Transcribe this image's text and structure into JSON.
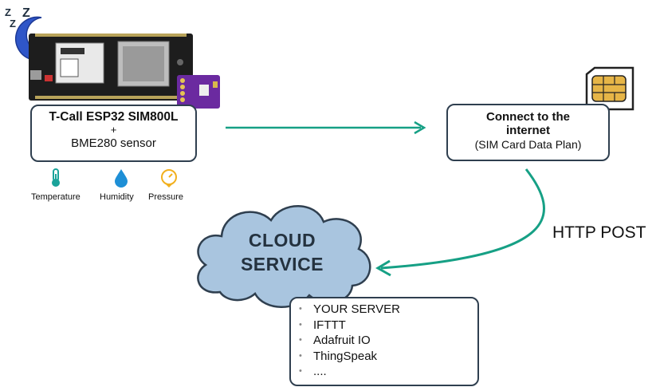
{
  "device_box": {
    "title": "T-Call ESP32 SIM800L",
    "plus": "+",
    "sensor": "BME280 sensor"
  },
  "sensors": [
    {
      "label": "Temperature",
      "icon": "thermometer-icon",
      "color": "#1aa39a"
    },
    {
      "label": "Humidity",
      "icon": "water-drop-icon",
      "color": "#1e8fd6"
    },
    {
      "label": "Pressure",
      "icon": "pressure-gauge-icon",
      "color": "#f2b01e"
    }
  ],
  "internet_box": {
    "title_line1": "Connect to the",
    "title_line2": "internet",
    "subtitle": "(SIM Card Data Plan)"
  },
  "http_label": "HTTP POST",
  "cloud": {
    "line1": "CLOUD",
    "line2": "SERVICE",
    "fill": "#a9c5df"
  },
  "services": [
    "YOUR SERVER",
    "IFTTT",
    "Adafruit IO",
    "ThingSpeak",
    "...."
  ],
  "sleep_letters": [
    "Z",
    "Z",
    "Z"
  ],
  "colors": {
    "arrow": "#16a085",
    "box_border": "#2f3f4f",
    "sim_gold": "#e6b547",
    "moon": "#2f56c8"
  }
}
